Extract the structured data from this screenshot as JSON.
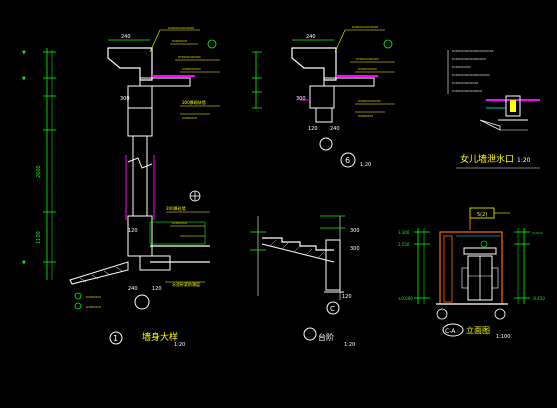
{
  "colors": {
    "background": "#000000",
    "structure": "#ffffff",
    "dimension": "#00ff00",
    "annotation": "#ffff00",
    "accent": "#ff00ff",
    "wall": "#ff6a00",
    "leader": "#00ffff"
  },
  "drawing1": {
    "circle_num": "1",
    "title": "墙身大样",
    "scale": "1:20",
    "dim_top": "240",
    "labels": {
      "l1": "300",
      "l2": "120",
      "l3": "240",
      "l4": "120"
    },
    "notes": [
      "300厚砌块墙",
      "200厚砼墙",
      "水泥砂浆防潮层"
    ]
  },
  "drawing2": {
    "circle_num": "6",
    "title": "",
    "scale": "1:20",
    "dim_top": "240",
    "labels": {
      "l1": "300",
      "l2": "120",
      "l3": "240"
    }
  },
  "drawing3": {
    "title": "女儿墙泄水口",
    "scale": "1:20"
  },
  "drawing4": {
    "circle_num": "C",
    "title": "台阶",
    "scale": "1:20",
    "labels": {
      "l1": "300",
      "l2": "300",
      "l3": "120"
    }
  },
  "drawing5": {
    "circle_num": "C-A",
    "title": "立面图",
    "scale": "1:100",
    "badge": "5(2)",
    "labels": {
      "l1": "3.300",
      "l2": "2.550",
      "l3": "±0.000",
      "l4": "-0.450"
    }
  }
}
